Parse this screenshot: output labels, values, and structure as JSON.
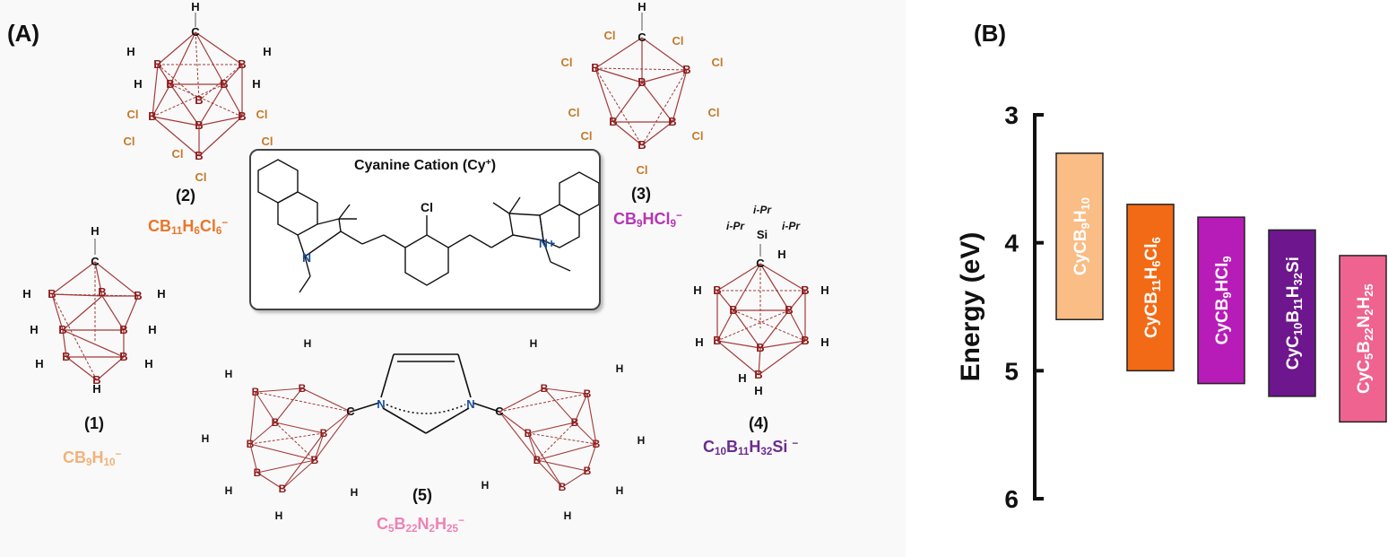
{
  "panel_a": {
    "label": "(A)",
    "cyanine_title": "Cyanine Cation (Cy",
    "cyanine_title_sup": "+",
    "cyanine_title_end": ")",
    "compounds": [
      {
        "number": "(1)",
        "formula": [
          [
            "CB",
            ""
          ],
          [
            "9",
            "sub"
          ],
          [
            "H",
            ""
          ],
          [
            "10",
            "sub"
          ],
          [
            "−",
            "sup"
          ]
        ],
        "color": "#f1b27a"
      },
      {
        "number": "(2)",
        "formula": [
          [
            "CB",
            ""
          ],
          [
            "11",
            "sub"
          ],
          [
            "H",
            ""
          ],
          [
            "6",
            "sub"
          ],
          [
            "Cl",
            ""
          ],
          [
            "6",
            "sub"
          ],
          [
            "−",
            "sup"
          ]
        ],
        "color": "#e8772a"
      },
      {
        "number": "(3)",
        "formula": [
          [
            "CB",
            ""
          ],
          [
            "9",
            "sub"
          ],
          [
            "HCl",
            ""
          ],
          [
            "9",
            "sub"
          ],
          [
            "−",
            "sup"
          ]
        ],
        "color": "#b436b4"
      },
      {
        "number": "(4)",
        "formula": [
          [
            "C",
            ""
          ],
          [
            "10",
            "sub"
          ],
          [
            "B",
            ""
          ],
          [
            "11",
            "sub"
          ],
          [
            "H",
            ""
          ],
          [
            "32",
            "sub"
          ],
          [
            "Si ",
            ""
          ],
          [
            "−",
            "sup"
          ]
        ],
        "color": "#6b2b8f"
      },
      {
        "number": "(5)",
        "formula": [
          [
            "C",
            ""
          ],
          [
            "5",
            "sub"
          ],
          [
            "B",
            ""
          ],
          [
            "22",
            "sub"
          ],
          [
            "N",
            ""
          ],
          [
            "2",
            "sub"
          ],
          [
            "H",
            ""
          ],
          [
            "25",
            "sub"
          ],
          [
            "−",
            "sup"
          ]
        ],
        "color": "#ee82b4"
      }
    ],
    "atoms": {
      "B": "B",
      "H": "H",
      "C": "C",
      "Cl": "Cl",
      "N": "N",
      "N_plus": "N+",
      "Si": "Si",
      "iPr": "i-Pr"
    }
  },
  "panel_b": {
    "label": "(B)"
  },
  "chart_data": {
    "type": "bar",
    "ylabel": "Energy (eV)",
    "ylim": [
      3,
      6
    ],
    "y_inverted": true,
    "y_ticks": [
      3,
      4,
      5,
      6
    ],
    "grid": false,
    "bars": [
      {
        "label": [
          [
            "CyCB",
            ""
          ],
          [
            "9",
            "sub"
          ],
          [
            "H",
            ""
          ],
          [
            "10",
            "sub"
          ]
        ],
        "top": 3.3,
        "bottom": 4.6,
        "color": "#f9bd85",
        "text_color": "#ffffff"
      },
      {
        "label": [
          [
            "CyCB",
            ""
          ],
          [
            "11",
            "sub"
          ],
          [
            "H",
            ""
          ],
          [
            "6",
            "sub"
          ],
          [
            "Cl",
            ""
          ],
          [
            "6",
            "sub"
          ]
        ],
        "top": 3.7,
        "bottom": 5.0,
        "color": "#f26a15",
        "text_color": "#ffffff"
      },
      {
        "label": [
          [
            "CyCB",
            ""
          ],
          [
            "9",
            "sub"
          ],
          [
            "HCl",
            ""
          ],
          [
            "9",
            "sub"
          ]
        ],
        "top": 3.8,
        "bottom": 5.1,
        "color": "#b81cb8",
        "text_color": "#ffffff"
      },
      {
        "label": [
          [
            "CyC",
            ""
          ],
          [
            "10",
            "sub"
          ],
          [
            "B",
            ""
          ],
          [
            "11",
            "sub"
          ],
          [
            "H",
            ""
          ],
          [
            "32",
            "sub"
          ],
          [
            "Si",
            ""
          ]
        ],
        "top": 3.9,
        "bottom": 5.2,
        "color": "#6e168e",
        "text_color": "#ffffff"
      },
      {
        "label": [
          [
            "CyC",
            ""
          ],
          [
            "5",
            "sub"
          ],
          [
            "B",
            ""
          ],
          [
            "22",
            "sub"
          ],
          [
            "N",
            ""
          ],
          [
            "2",
            "sub"
          ],
          [
            "H",
            ""
          ],
          [
            "25",
            "sub"
          ]
        ],
        "top": 4.1,
        "bottom": 5.4,
        "color": "#ef6390",
        "text_color": "#ffffff"
      }
    ]
  }
}
